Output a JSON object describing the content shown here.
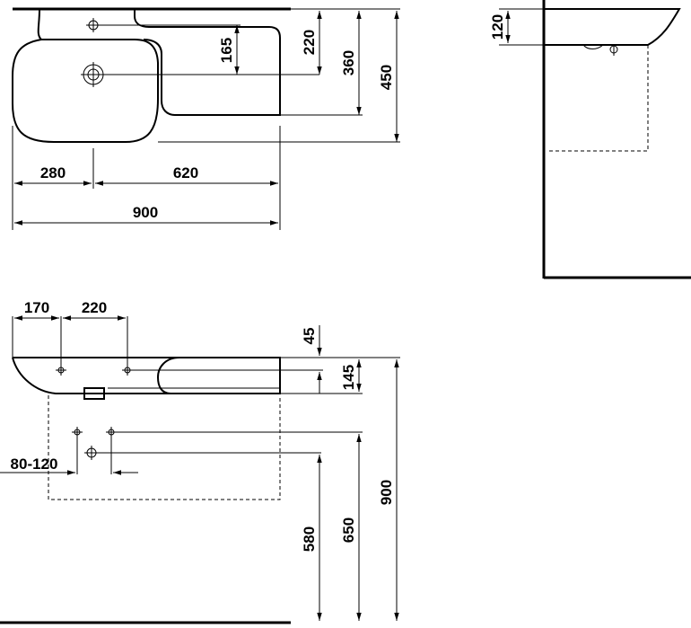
{
  "drawing": {
    "top_view": {
      "tap_hole_offset": "165",
      "waste_hole_offset": "220",
      "basin_depth": "360",
      "total_depth": "450",
      "left_width": "280",
      "right_width": "620",
      "total_width": "900"
    },
    "side_view": {
      "bowl_height": "120"
    },
    "front_view": {
      "left_hole_offset": "170",
      "hole_spacing": "220",
      "top_thickness": "45",
      "front_height": "145",
      "waste_spacing": "80-120",
      "waste_height": "580",
      "supply_height": "650",
      "mount_height": "900"
    }
  }
}
